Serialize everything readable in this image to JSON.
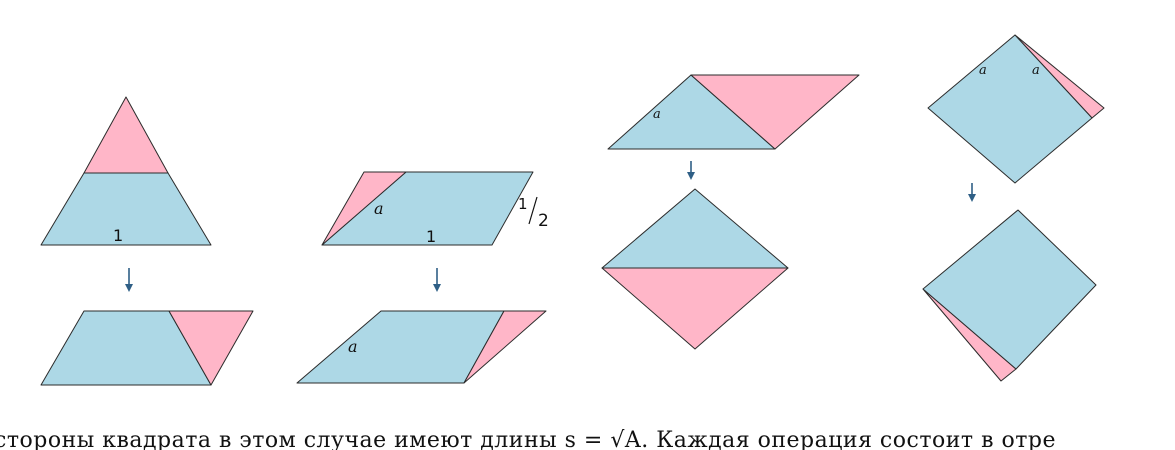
{
  "labels": {
    "one": "1",
    "a": "a",
    "half_num": "1",
    "half_den": "2"
  },
  "caption_fragment": "стороны квадрата в этом случае имеют длины s = √A. Каждая операция состоит в отре"
}
